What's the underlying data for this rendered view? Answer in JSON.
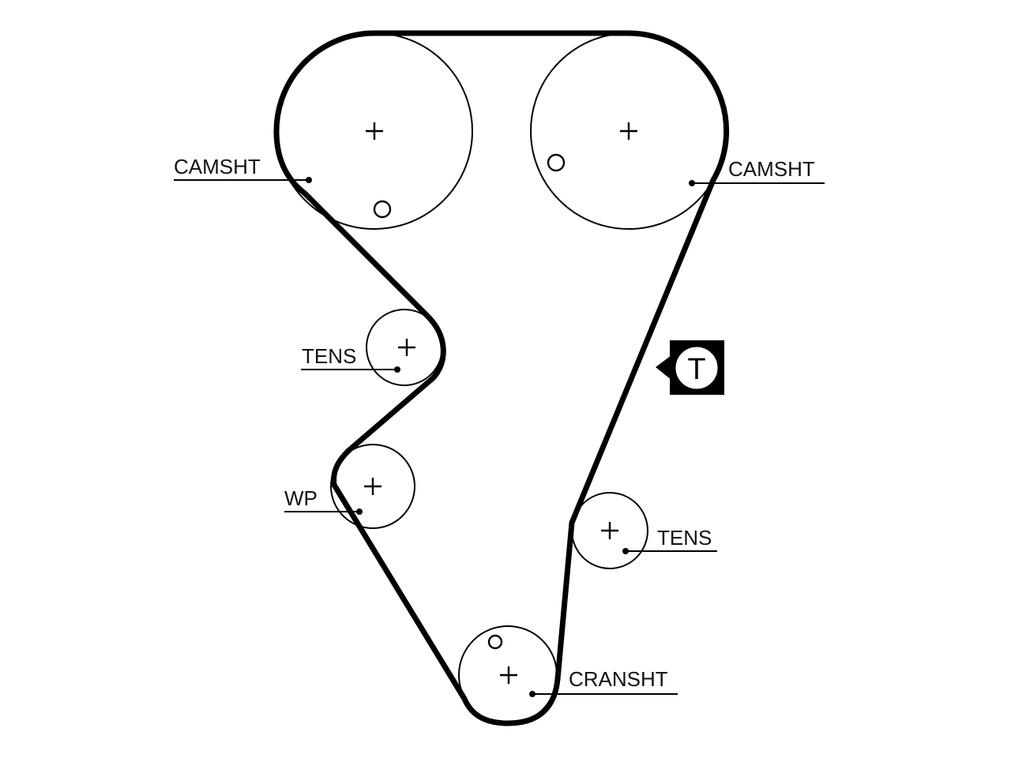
{
  "labels": {
    "camshaft_left": "CAMSHT",
    "camshaft_right": "CAMSHT",
    "tensioner_upper": "TENS",
    "water_pump": "WP",
    "tensioner_lower": "TENS",
    "crankshaft": "CRANSHT"
  },
  "tension_indicator": {
    "letter": "T"
  },
  "colors": {
    "line": "#000000",
    "background": "#ffffff"
  }
}
